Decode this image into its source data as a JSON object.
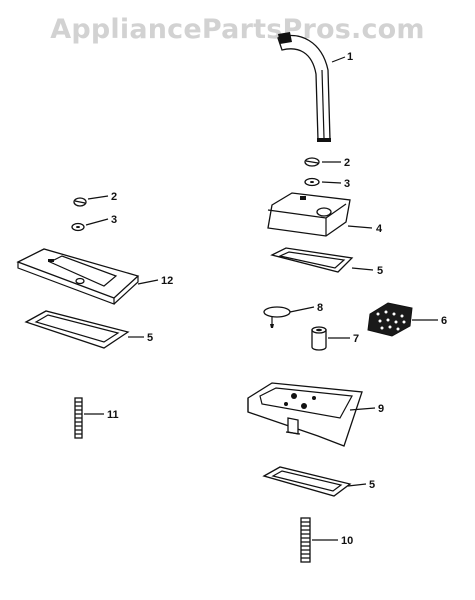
{
  "watermark": "AppliancePartsPros.com",
  "callouts": {
    "c1": "1",
    "c2a": "2",
    "c3a": "3",
    "c4": "4",
    "c5a": "5",
    "c8": "8",
    "c6": "6",
    "c7": "7",
    "c9": "9",
    "c5b": "5",
    "c10": "10",
    "c2b": "2",
    "c3b": "3",
    "c12": "12",
    "c5c": "5",
    "c11": "11"
  }
}
